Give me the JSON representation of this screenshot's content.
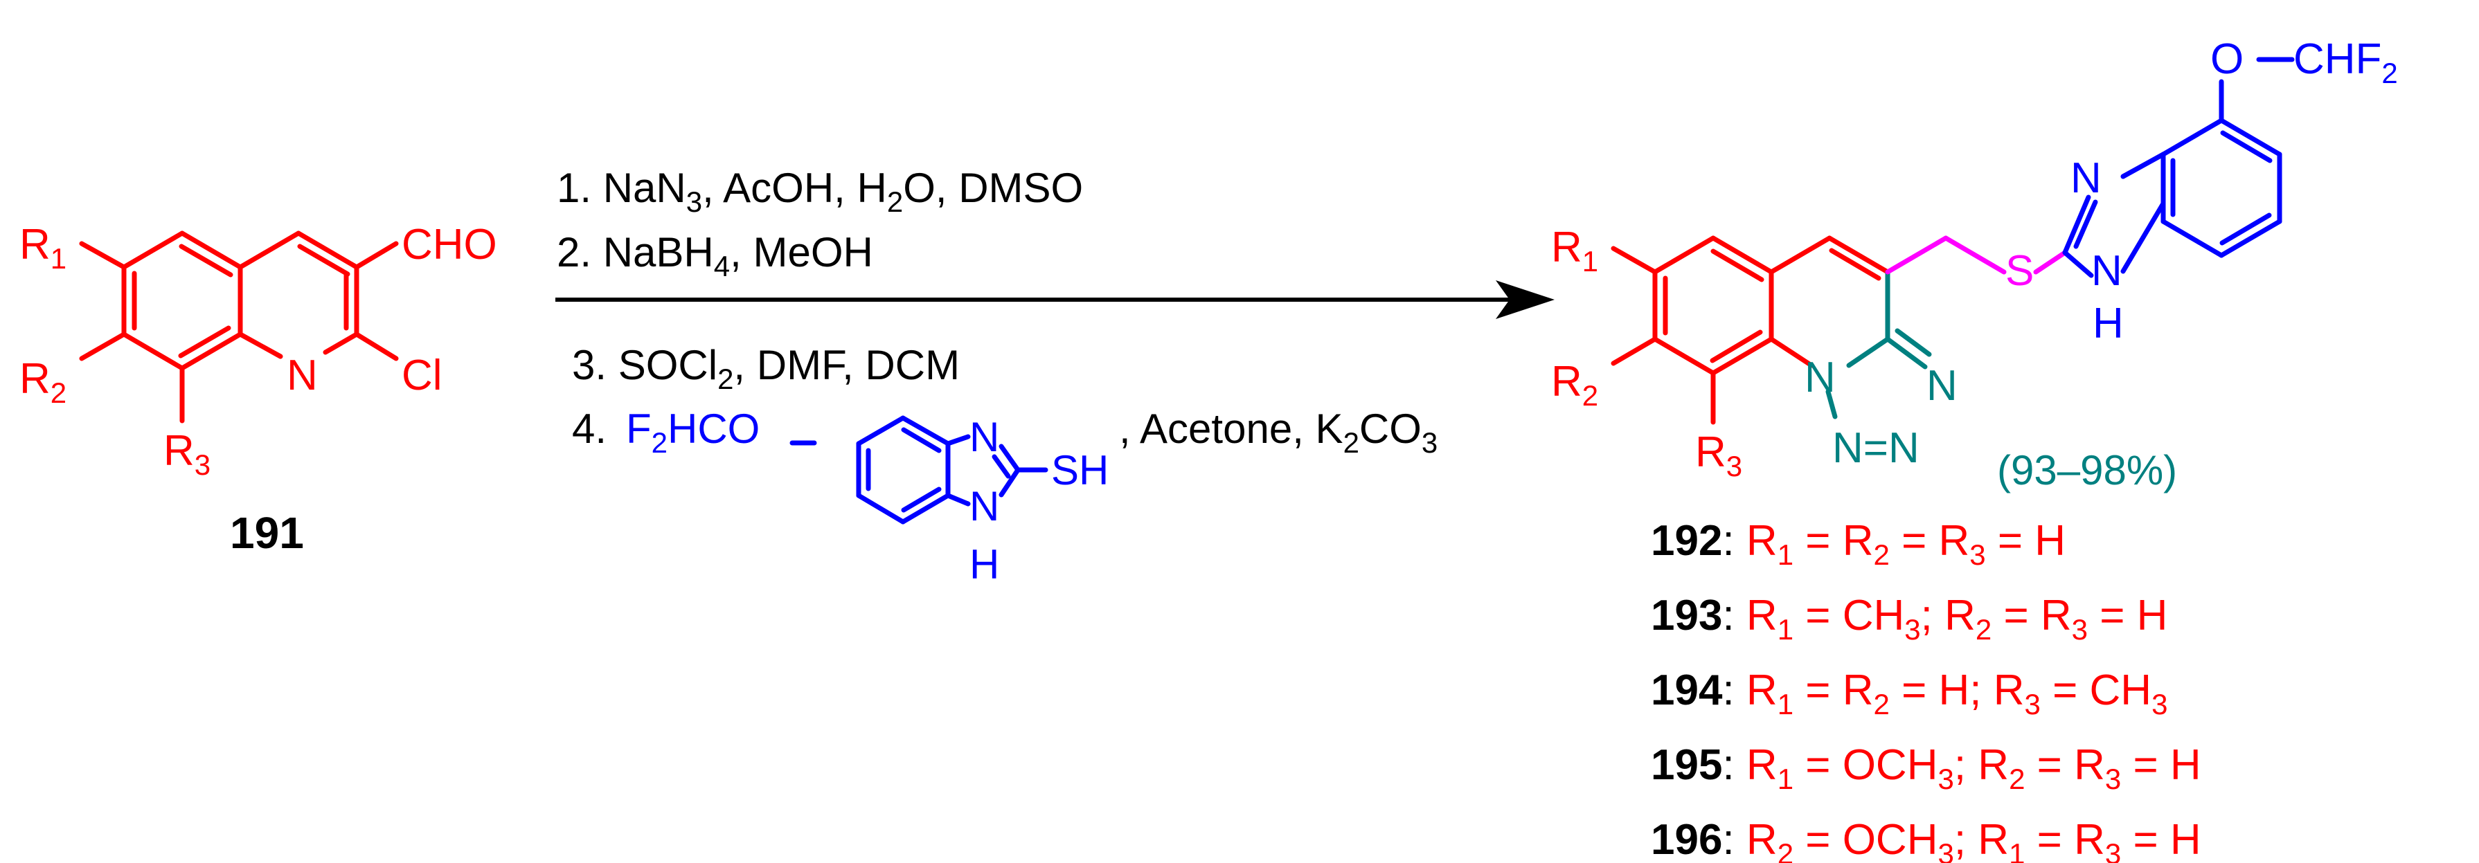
{
  "colors": {
    "red": "#ff0000",
    "blue": "#0000ff",
    "teal": "#008080",
    "magenta": "#ff00ff",
    "black": "#000000"
  },
  "reactant": {
    "label": "191",
    "sub_r1": "R",
    "sub_r1_idx": "1",
    "sub_r2": "R",
    "sub_r2_idx": "2",
    "sub_r3": "R",
    "sub_r3_idx": "3",
    "aldehyde": "CHO",
    "ring_n": "N",
    "chloro": "Cl"
  },
  "conditions": {
    "step1": {
      "prefix": "1. NaN",
      "sub1": "3",
      "mid": ", AcOH, H",
      "sub2": "2",
      "suffix": "O, DMSO"
    },
    "step2": {
      "prefix": "2. NaBH",
      "sub1": "4",
      "suffix": ", MeOH"
    },
    "step3": {
      "prefix": "3. SOCl",
      "sub1": "2",
      "suffix": ", DMF,  DCM"
    },
    "step4": {
      "prefix": "4. ",
      "reagent_f": "F",
      "reagent_sub": "2",
      "reagent_rest": "HCO",
      "benzimidazole_n_top": "N",
      "benzimidazole_sh": "SH",
      "benzimidazole_nh_n": "N",
      "benzimidazole_nh_h": "H",
      "suffix_pre": ", Acetone, K",
      "suffix_sub1": "2",
      "suffix_mid": "CO",
      "suffix_sub2": "3"
    }
  },
  "product": {
    "sub_r1": "R",
    "sub_r1_idx": "1",
    "sub_r2": "R",
    "sub_r2_idx": "2",
    "sub_r3": "R",
    "sub_r3_idx": "3",
    "tetrazole_n1": "N",
    "tetrazole_n_right": "N",
    "tetrazole_n_bottom": "N=N",
    "sulfur": "S",
    "imid_n": "N",
    "imid_nh_n": "N",
    "imid_nh_h": "H",
    "ether_prefix": "O",
    "ether_group": "CHF",
    "ether_sub": "2",
    "yield": "(93–98%)"
  },
  "compounds": [
    {
      "id": "192",
      "parts": [
        "R",
        "1",
        " = R",
        "2",
        " = R",
        "3",
        " = H"
      ]
    },
    {
      "id": "193",
      "parts": [
        "R",
        "1",
        " = CH",
        "3",
        ";     R",
        "2",
        " = R",
        "3",
        " = H"
      ]
    },
    {
      "id": "194",
      "parts": [
        "R",
        "1",
        " = R",
        "2",
        " = H; R",
        "3",
        " = CH",
        "3"
      ]
    },
    {
      "id": "195",
      "parts": [
        "R",
        "1",
        " = OCH",
        "3",
        ";  R",
        "2",
        " = R",
        "3",
        " = H"
      ]
    },
    {
      "id": "196",
      "parts": [
        "R",
        "2",
        " = OCH",
        "3",
        ";  R",
        "1",
        " = R",
        "3",
        " = H"
      ]
    }
  ]
}
